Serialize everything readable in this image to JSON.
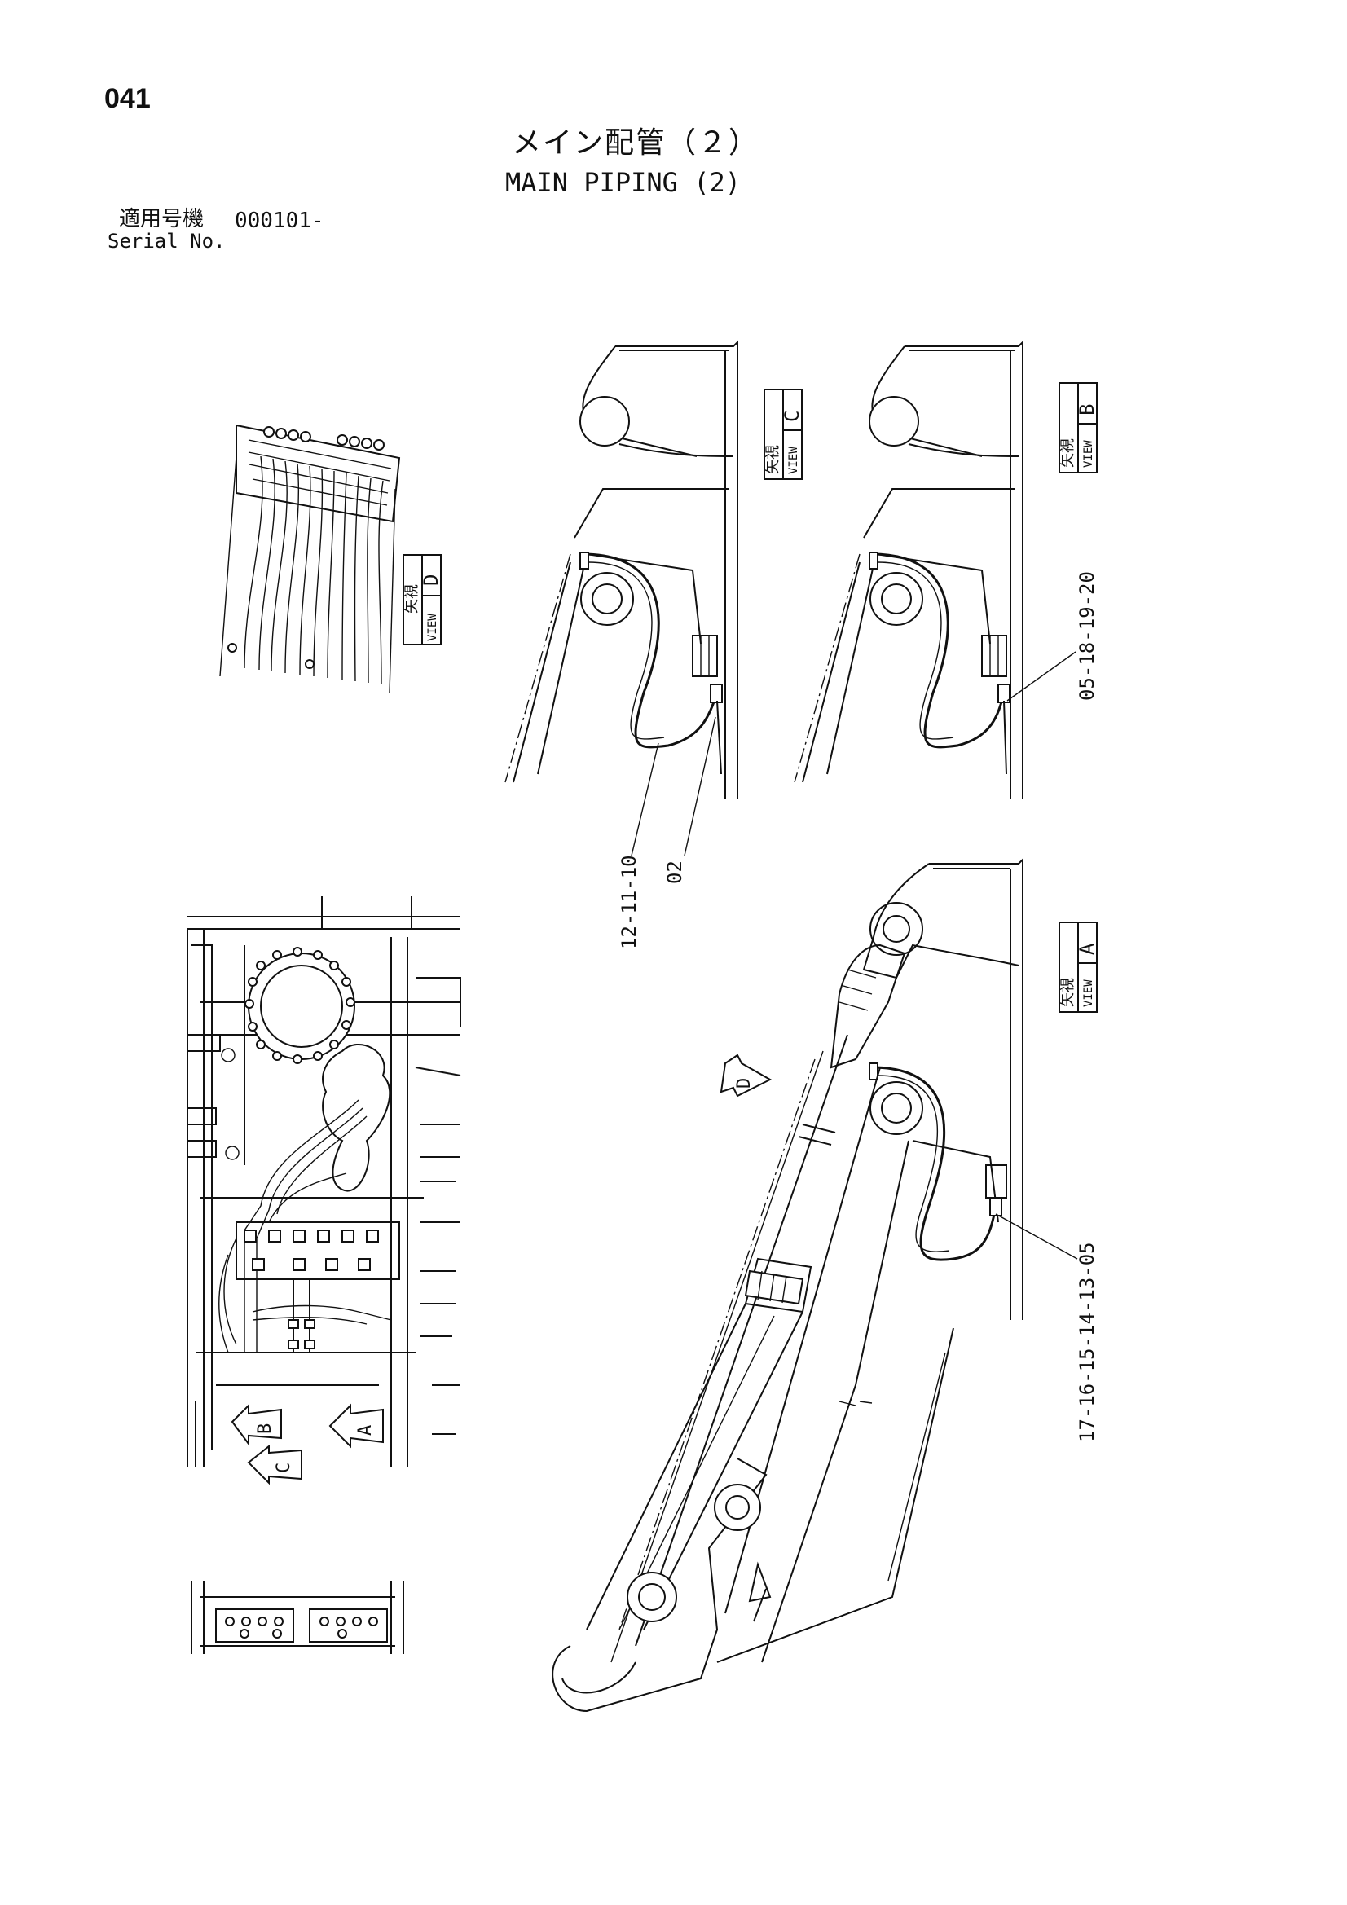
{
  "header": {
    "page_number": "041",
    "title_jp": "メイン配管（２）",
    "title_en": "MAIN PIPING (2)",
    "serial_label_jp": "適用号機",
    "serial_value": "000101-",
    "serial_label_en": "Serial No."
  },
  "views": {
    "view_jp": "矢視",
    "view_en": "VIEW",
    "letters": [
      "A",
      "B",
      "C",
      "D"
    ]
  },
  "part_labels": {
    "c_hose": "12-11-10",
    "c_fitting": "02",
    "b_parts": "05-18-19-20",
    "a_parts": "17-16-15-14-13-05"
  },
  "arrows": {
    "a": "A",
    "b": "B",
    "c": "C",
    "d": "D"
  }
}
